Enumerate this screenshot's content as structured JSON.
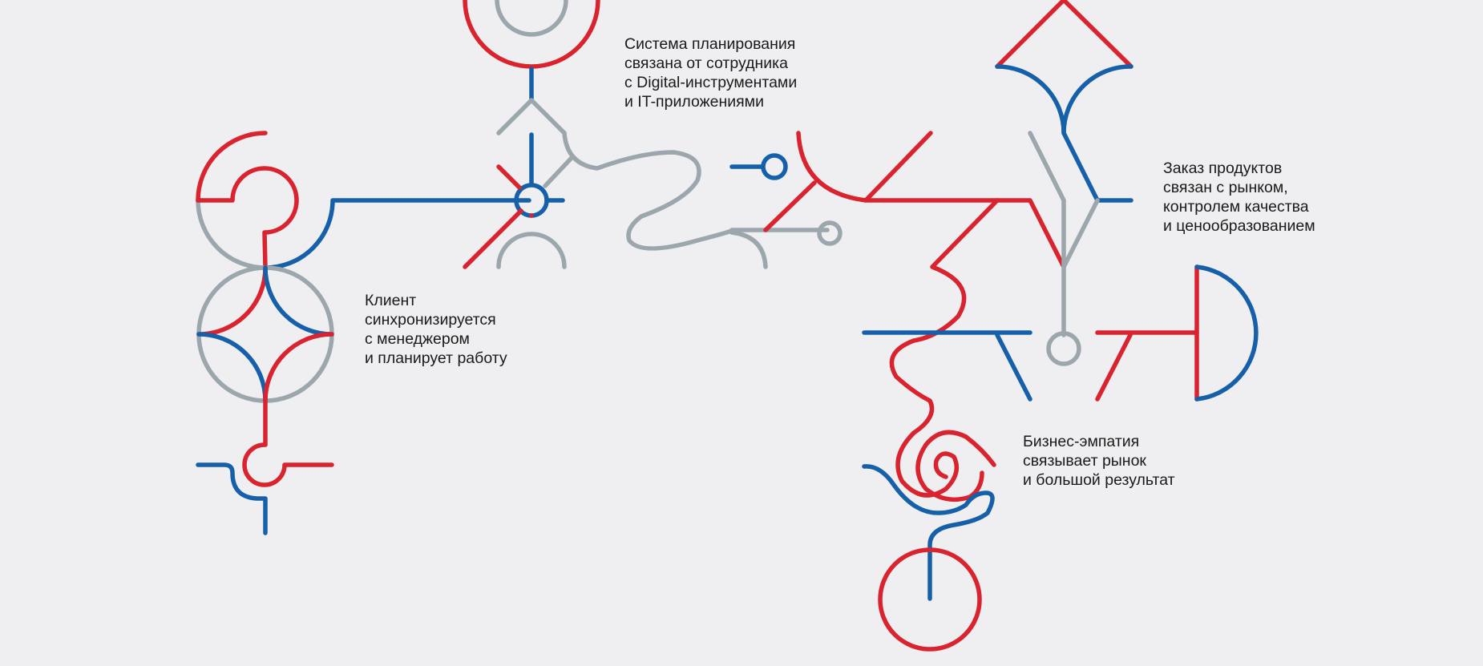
{
  "colors": {
    "background": "#efeef0",
    "red": "#d9232e",
    "blue": "#1560a8",
    "gray": "#9ca6ad",
    "text": "#1a1a1a"
  },
  "captions": {
    "client": [
      "Клиент",
      "синхронизируется",
      "с менеджером",
      "и планирует работу"
    ],
    "planning": [
      "Система планирования",
      "связана от сотрудника",
      "с Digital-инструментами",
      "и IT-приложениями"
    ],
    "order": [
      "Заказ продуктов",
      "связан с рынком,",
      "контролем качества",
      "и ценообразованием"
    ],
    "empathy": [
      "Бизнес-эмпатия",
      "связывает рынок",
      "и большой результат"
    ]
  }
}
